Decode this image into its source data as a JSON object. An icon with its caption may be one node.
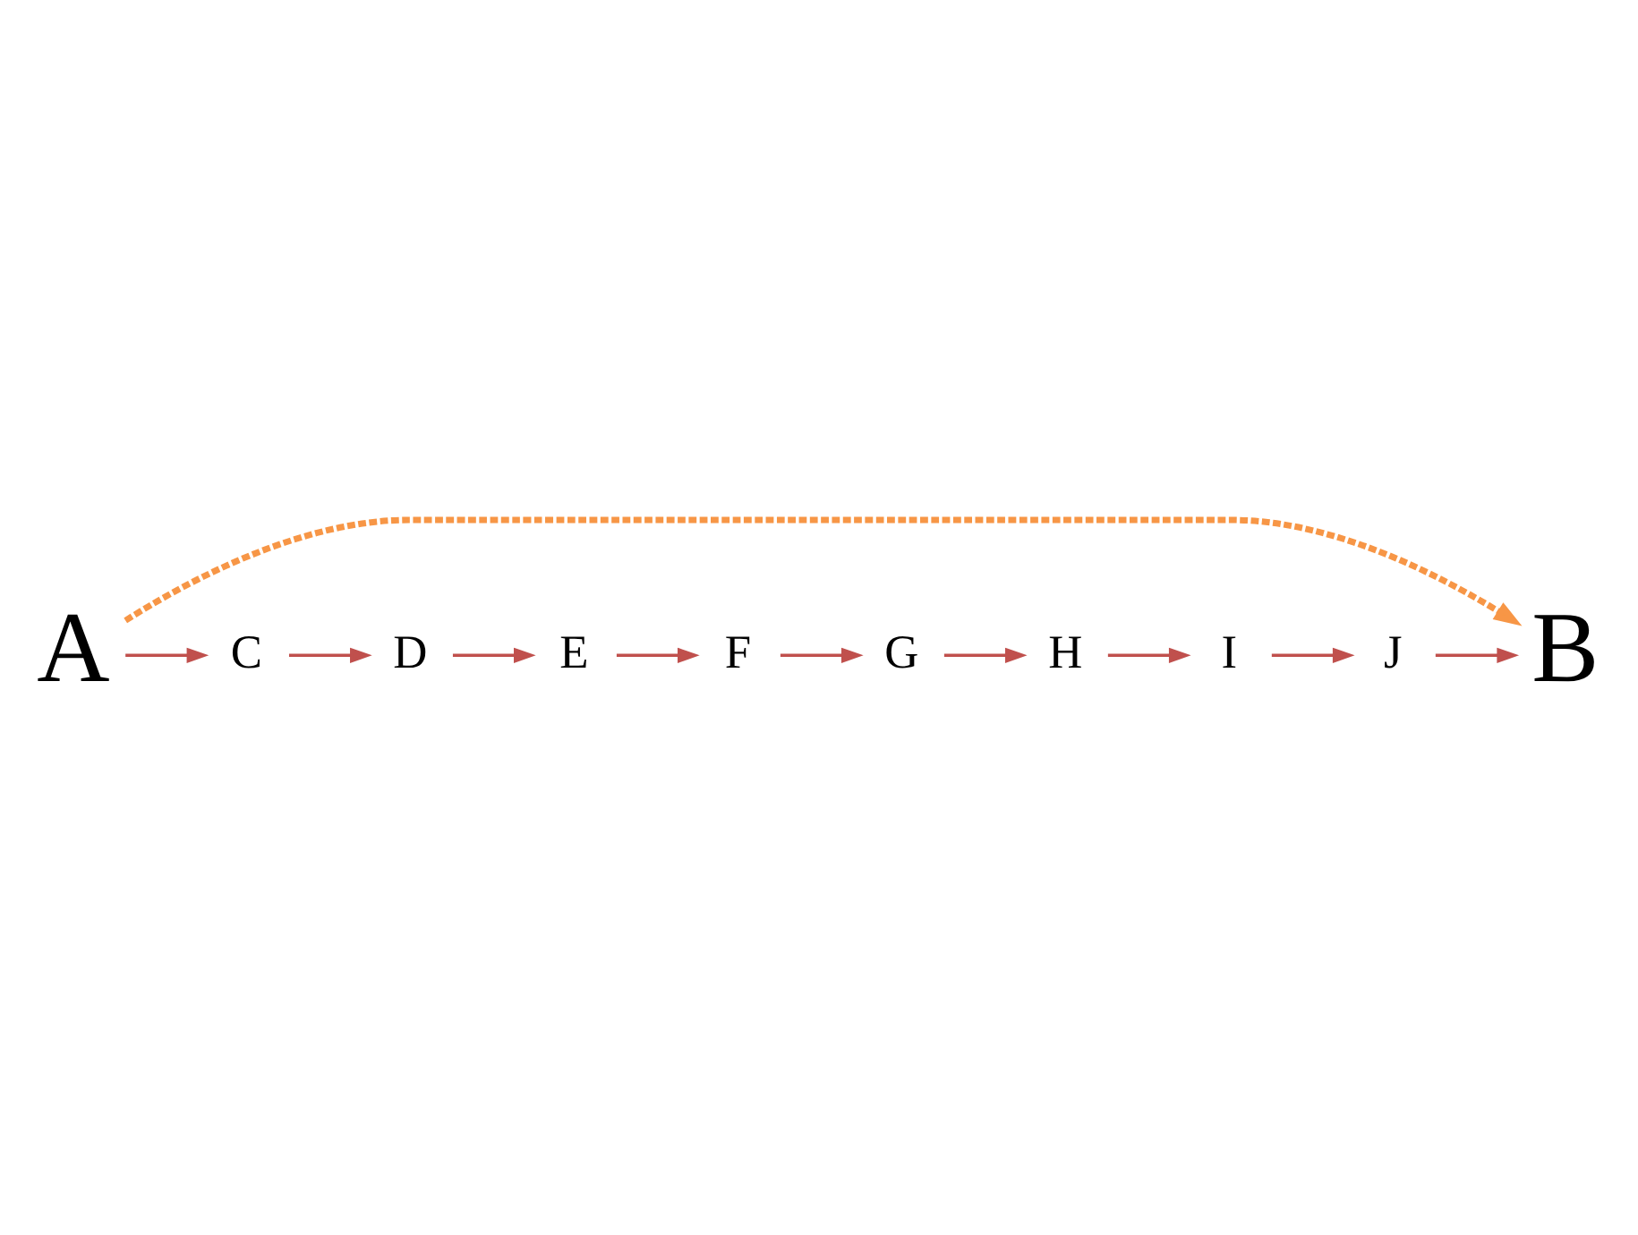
{
  "diagram": {
    "nodes": [
      {
        "text": [
          "A"
        ]
      },
      {
        "text": [
          "B"
        ]
      },
      {
        "text": [
          "C"
        ]
      },
      {
        "text": [
          "D"
        ]
      },
      {
        "text": [
          "E"
        ]
      },
      {
        "text": [
          "F"
        ]
      },
      {
        "text": [
          "G"
        ]
      },
      {
        "text": [
          "H"
        ]
      },
      {
        "text": [
          "I"
        ]
      },
      {
        "text": [
          "J"
        ]
      }
    ],
    "edges": [
      {
        "from": 0,
        "to": 2,
        "arrow": "to"
      },
      {
        "from": 2,
        "to": 3,
        "arrow": "to"
      },
      {
        "from": 3,
        "to": 4,
        "arrow": "to"
      },
      {
        "from": 4,
        "to": 5,
        "arrow": "to"
      },
      {
        "from": 5,
        "to": 6,
        "arrow": "to"
      },
      {
        "from": 6,
        "to": 7,
        "arrow": "to"
      },
      {
        "from": 7,
        "to": 8,
        "arrow": "to"
      },
      {
        "from": 8,
        "to": 9,
        "arrow": "to"
      },
      {
        "from": 9,
        "to": 1,
        "arrow": "to"
      },
      {
        "from": 0,
        "to": 1,
        "arrow": "to",
        "style": "dashed",
        "color": "#f79646"
      }
    ]
  }
}
